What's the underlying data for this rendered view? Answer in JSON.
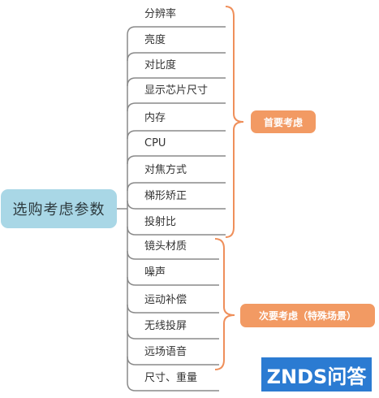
{
  "root": "选购考虑参数",
  "groups": [
    {
      "tag": "首要考虑",
      "items": [
        "分辨率",
        "亮度",
        "对比度",
        "显示芯片尺寸",
        "内存",
        "CPU",
        "对焦方式",
        "梯形矫正",
        "投射比"
      ]
    },
    {
      "tag": "次要考虑（特殊场景）",
      "items": [
        "镜头材质",
        "噪声",
        "运动补偿",
        "无线投屏",
        "远场语音",
        "尺寸、重量"
      ]
    }
  ],
  "watermark": "ZNDS问答",
  "colors": {
    "root_fill": "#a9d7e6",
    "connector": "#8a8a8a",
    "brace": "#ef8f5a",
    "tag_fill": "#f29a63",
    "logo_fill": "#2b7bd2"
  }
}
